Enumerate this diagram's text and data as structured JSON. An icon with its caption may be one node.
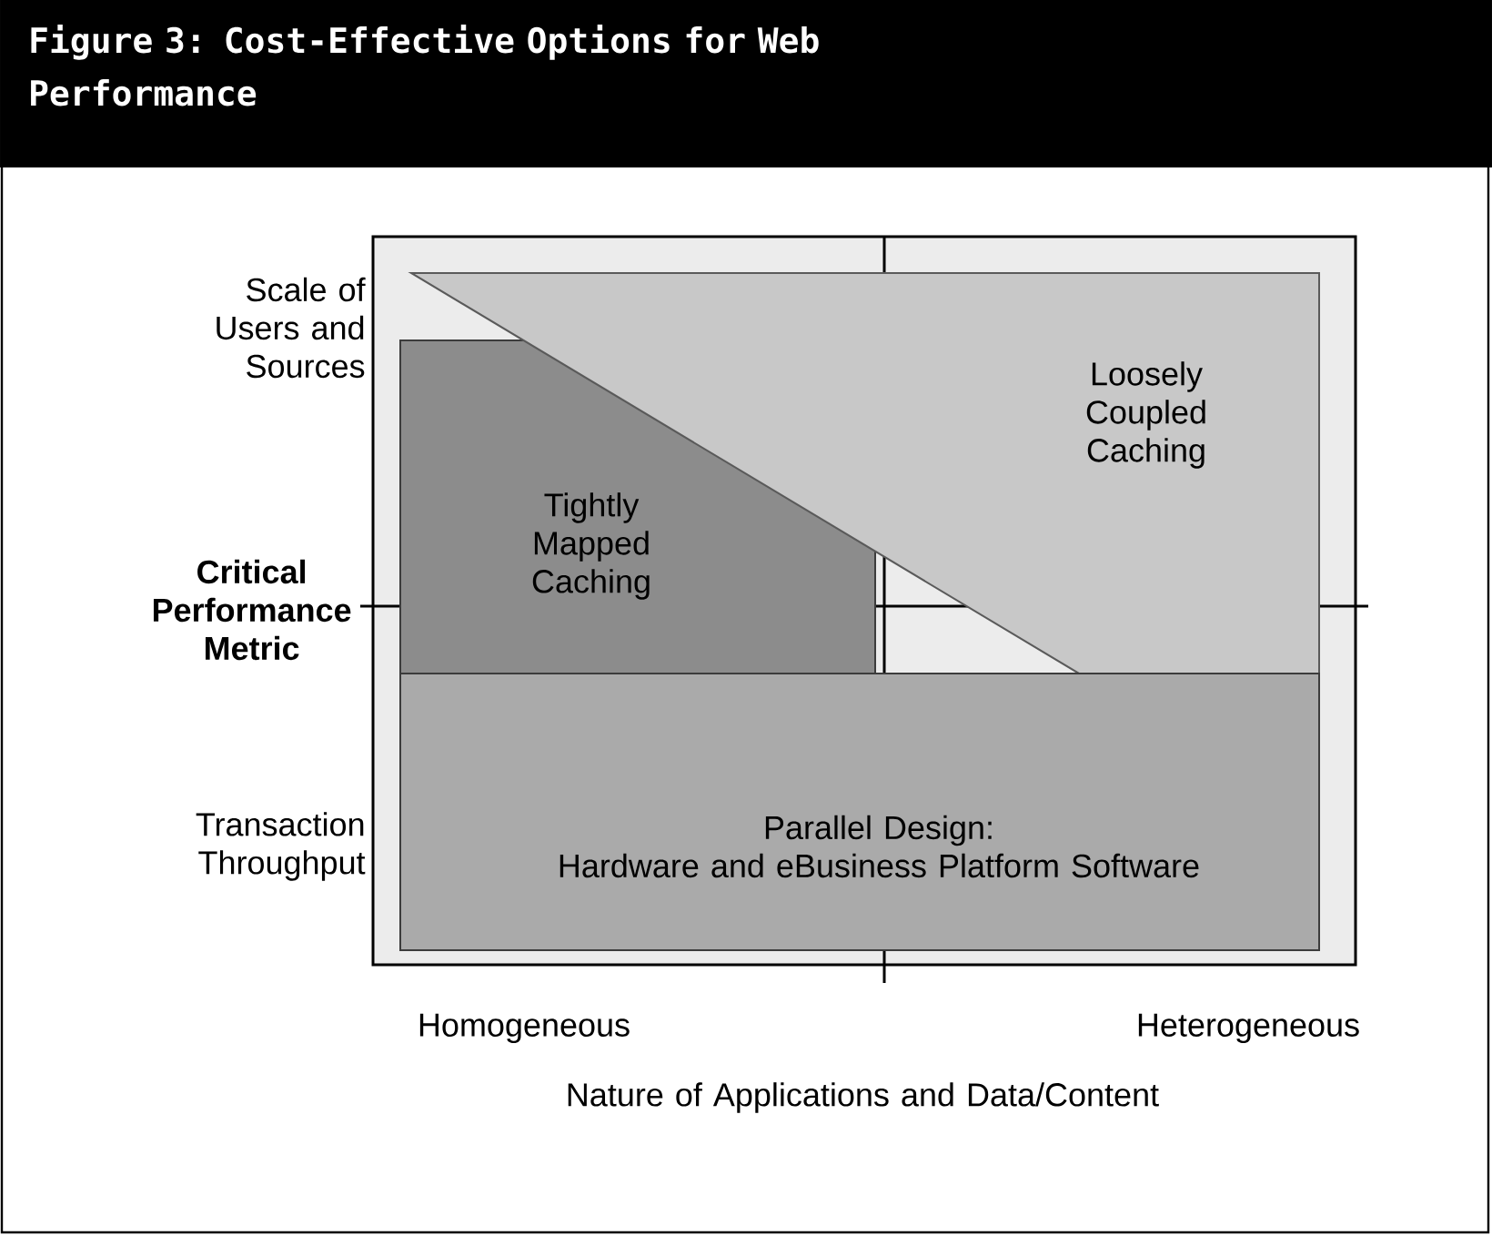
{
  "diagram": {
    "title": "Figure 3: Cost-Effective Options for Web Performance",
    "nodes": [
      {
        "text": [
          "Tightly Mapped Caching"
        ]
      },
      {
        "text": [
          "Loosely Coupled Caching"
        ]
      },
      {
        "text": [
          "Parallel Design:",
          "Hardware and eBusiness Platform Software"
        ]
      }
    ],
    "labels": [
      "Scale of Users and Sources",
      "Critical Performance Metric",
      "Transaction Throughput",
      "Homogeneous",
      "Heterogeneous",
      "Nature of Applications and Data/Content"
    ]
  }
}
